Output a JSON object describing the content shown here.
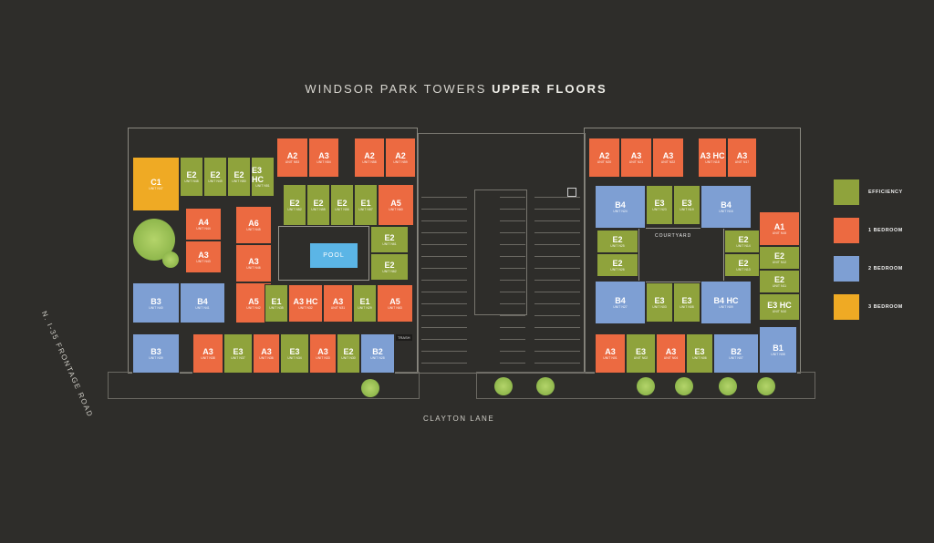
{
  "title": {
    "prefix": "WINDSOR PARK TOWERS",
    "emphasis": "UPPER FLOORS"
  },
  "labels": {
    "street_bottom": "CLAYTON LANE",
    "street_left": "N. I-35 FRONTAGE ROAD",
    "pool": "POOL",
    "courtyard": "COURTYARD",
    "trash": "TRASH"
  },
  "colors": {
    "background": "#2e2d2a",
    "efficiency": "#8fa33c",
    "one_bedroom": "#ec6a41",
    "two_bedroom": "#7e9fd3",
    "three_bedroom": "#efaa24",
    "pool": "#5bb5e6"
  },
  "legend": [
    {
      "label": "EFFICIENCY",
      "type": "eff"
    },
    {
      "label": "1 BEDROOM",
      "type": "one"
    },
    {
      "label": "2 BEDROOM",
      "type": "two"
    },
    {
      "label": "3 BEDROOM",
      "type": "three"
    }
  ],
  "units": [
    {
      "code": "C1",
      "unit": "UNIT N47",
      "type": "three"
    },
    {
      "code": "E2",
      "unit": "UNIT N48",
      "type": "eff"
    },
    {
      "code": "E2",
      "unit": "UNIT N49",
      "type": "eff"
    },
    {
      "code": "E2",
      "unit": "UNIT N50",
      "type": "eff"
    },
    {
      "code": "E3 HC",
      "unit": "UNIT N51",
      "type": "eff"
    },
    {
      "code": "A2",
      "unit": "UNIT N53",
      "type": "one"
    },
    {
      "code": "A3",
      "unit": "UNIT N54",
      "type": "one"
    },
    {
      "code": "A2",
      "unit": "UNIT N58",
      "type": "one"
    },
    {
      "code": "A2",
      "unit": "UNIT N59",
      "type": "one"
    },
    {
      "code": "E2",
      "unit": "UNIT N52",
      "type": "eff"
    },
    {
      "code": "E2",
      "unit": "UNIT N55",
      "type": "eff"
    },
    {
      "code": "E2",
      "unit": "UNIT N56",
      "type": "eff"
    },
    {
      "code": "E1",
      "unit": "UNIT N57",
      "type": "eff"
    },
    {
      "code": "A5",
      "unit": "UNIT N60",
      "type": "one"
    },
    {
      "code": "A4",
      "unit": "UNIT N44",
      "type": "one"
    },
    {
      "code": "A3",
      "unit": "UNIT N43",
      "type": "one"
    },
    {
      "code": "A6",
      "unit": "UNIT N45",
      "type": "one"
    },
    {
      "code": "A3",
      "unit": "UNIT N46",
      "type": "one"
    },
    {
      "code": "E2",
      "unit": "UNIT N61",
      "type": "eff"
    },
    {
      "code": "E2",
      "unit": "UNIT N62",
      "type": "eff"
    },
    {
      "code": "B3",
      "unit": "UNIT N40",
      "type": "two"
    },
    {
      "code": "B4",
      "unit": "UNIT N41",
      "type": "two"
    },
    {
      "code": "A5",
      "unit": "UNIT N42",
      "type": "one"
    },
    {
      "code": "E1",
      "unit": "UNIT N35",
      "type": "eff"
    },
    {
      "code": "A3 HC",
      "unit": "UNIT N32",
      "type": "one"
    },
    {
      "code": "A3",
      "unit": "UNIT N31",
      "type": "one"
    },
    {
      "code": "E1",
      "unit": "UNIT N29",
      "type": "eff"
    },
    {
      "code": "A5",
      "unit": "UNIT N63",
      "type": "one"
    },
    {
      "code": "B3",
      "unit": "UNIT N39",
      "type": "two"
    },
    {
      "code": "A3",
      "unit": "UNIT N38",
      "type": "one"
    },
    {
      "code": "E3",
      "unit": "UNIT N37",
      "type": "eff"
    },
    {
      "code": "A3",
      "unit": "UNIT N36",
      "type": "one"
    },
    {
      "code": "E3",
      "unit": "UNIT N34",
      "type": "eff"
    },
    {
      "code": "A3",
      "unit": "UNIT N33",
      "type": "one"
    },
    {
      "code": "E2",
      "unit": "UNIT N30",
      "type": "eff"
    },
    {
      "code": "B2",
      "unit": "UNIT N28",
      "type": "two"
    },
    {
      "code": "A2",
      "unit": "UNIT N20",
      "type": "one"
    },
    {
      "code": "A3",
      "unit": "UNIT N21",
      "type": "one"
    },
    {
      "code": "A3",
      "unit": "UNIT N22",
      "type": "one"
    },
    {
      "code": "A3 HC",
      "unit": "UNIT N18",
      "type": "one"
    },
    {
      "code": "A3",
      "unit": "UNIT N17",
      "type": "one"
    },
    {
      "code": "B4",
      "unit": "UNIT N24",
      "type": "two"
    },
    {
      "code": "E3",
      "unit": "UNIT N23",
      "type": "eff"
    },
    {
      "code": "E3",
      "unit": "UNIT N19",
      "type": "eff"
    },
    {
      "code": "B4",
      "unit": "UNIT N16",
      "type": "two"
    },
    {
      "code": "E2",
      "unit": "UNIT N25",
      "type": "eff"
    },
    {
      "code": "E2",
      "unit": "UNIT N26",
      "type": "eff"
    },
    {
      "code": "E2",
      "unit": "UNIT N14",
      "type": "eff"
    },
    {
      "code": "E2",
      "unit": "UNIT N13",
      "type": "eff"
    },
    {
      "code": "B4",
      "unit": "UNIT N27",
      "type": "two"
    },
    {
      "code": "E3",
      "unit": "UNIT N03",
      "type": "eff"
    },
    {
      "code": "E3",
      "unit": "UNIT N08",
      "type": "eff"
    },
    {
      "code": "B4 HC",
      "unit": "UNIT N09",
      "type": "two"
    },
    {
      "code": "A1",
      "unit": "UNIT N15",
      "type": "one"
    },
    {
      "code": "E2",
      "unit": "UNIT N12",
      "type": "eff"
    },
    {
      "code": "E2",
      "unit": "UNIT N11",
      "type": "eff"
    },
    {
      "code": "E3 HC",
      "unit": "UNIT N10",
      "type": "eff"
    },
    {
      "code": "A3",
      "unit": "UNIT N01",
      "type": "one"
    },
    {
      "code": "E3",
      "unit": "UNIT N02",
      "type": "eff"
    },
    {
      "code": "A3",
      "unit": "UNIT N04",
      "type": "one"
    },
    {
      "code": "E3",
      "unit": "UNIT N06",
      "type": "eff"
    },
    {
      "code": "B2",
      "unit": "UNIT N07",
      "type": "two"
    },
    {
      "code": "B1",
      "unit": "UNIT N08",
      "type": "two"
    }
  ]
}
